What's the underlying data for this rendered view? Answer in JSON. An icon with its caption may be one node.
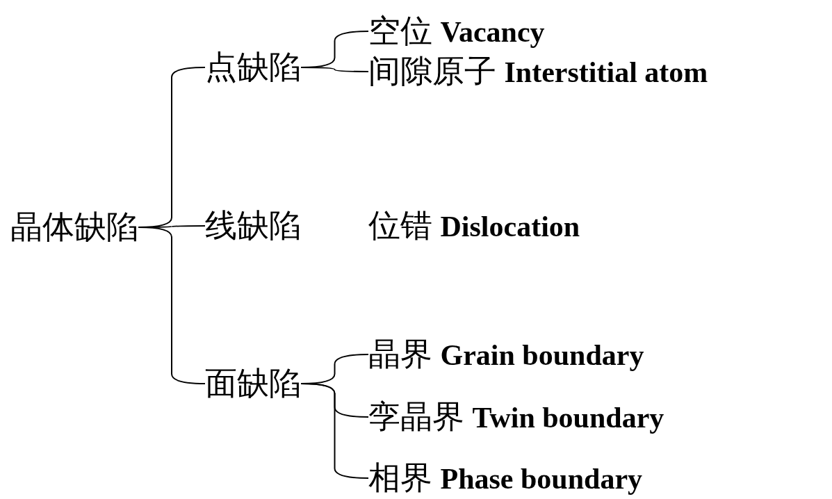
{
  "diagram": {
    "nodes": [
      {
        "text": [
          "晶体缺陷"
        ]
      },
      {
        "text": [
          "点缺陷"
        ]
      },
      {
        "text": [
          "空位 **Vacancy**"
        ]
      },
      {
        "text": [
          "间隙原子 **Interstitial atom**"
        ]
      },
      {
        "text": [
          "线缺陷"
        ]
      },
      {
        "text": [
          "位错 **Dislocation**"
        ]
      },
      {
        "text": [
          "面缺陷"
        ]
      },
      {
        "text": [
          "晶界 **Grain boundary**"
        ]
      },
      {
        "text": [
          "孪晶界 **Twin boundary**"
        ]
      },
      {
        "text": [
          "相界 **Phase boundary**"
        ]
      }
    ],
    "edges": [
      {
        "from": 0,
        "to": 1,
        "arrow": "none"
      },
      {
        "from": 0,
        "to": 4,
        "arrow": "none"
      },
      {
        "from": 0,
        "to": 6,
        "arrow": "none"
      },
      {
        "from": 1,
        "to": 2,
        "arrow": "none"
      },
      {
        "from": 1,
        "to": 3,
        "arrow": "none"
      },
      {
        "from": 6,
        "to": 7,
        "arrow": "none"
      },
      {
        "from": 6,
        "to": 8,
        "arrow": "none"
      },
      {
        "from": 6,
        "to": 9,
        "arrow": "none"
      }
    ]
  }
}
